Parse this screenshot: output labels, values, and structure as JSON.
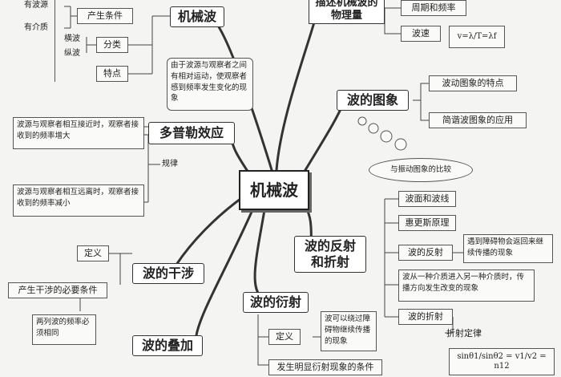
{
  "center": "机械波",
  "mechanical_wave": {
    "title": "机械波",
    "conditions_label": "产生条件",
    "condition_1": "有波源",
    "condition_2": "有介质",
    "classification_label": "分类",
    "class_1": "横波",
    "class_2": "纵波",
    "features_label": "特点"
  },
  "physical_quantities": {
    "title": "描述机械波的物理量",
    "period_frequency": "周期和频率",
    "wave_speed": "波速",
    "formula": "v=λ/T=λf"
  },
  "wave_image": {
    "title": "波的图象",
    "item_1": "波动图象的特点",
    "item_2": "简谐波图象的应用",
    "comparison": "与振动图象的比较"
  },
  "doppler": {
    "title": "多普勒效应",
    "definition": "由于波源与观察者之间有相对运动，使观察者感到频率发生变化的现象",
    "rule_label": "规律",
    "rule_1": "波源与观察者相互接近时，观察者接收到的频率增大",
    "rule_2": "波源与观察者相互远离时，观察者接收到的频率减小"
  },
  "reflection_refraction": {
    "title_line1": "波的反射",
    "title_line2": "和折射",
    "wavefront": "波面和波线",
    "huygens": "惠更斯原理",
    "reflection": "波的反射",
    "reflection_note": "遇到障碍物会返回来继续传播的现象",
    "refraction_note": "波从一种介质进入另一种介质时，传播方向发生改变的现象",
    "refraction": "波的折射",
    "refraction_law": "折射定律",
    "snell": "sinθ1/sinθ2 = v1/v2 = n12"
  },
  "interference": {
    "title": "波的干涉",
    "definition_label": "定义",
    "conditions_label": "产生干涉的必要条件",
    "condition_note": "两列波的频率必须相同"
  },
  "diffraction": {
    "title": "波的衍射",
    "definition_label": "定义",
    "definition_note": "波可以绕过障碍物继续传播的现象",
    "condition": "发生明显衍射现象的条件"
  },
  "superposition": {
    "title": "波的叠加"
  }
}
